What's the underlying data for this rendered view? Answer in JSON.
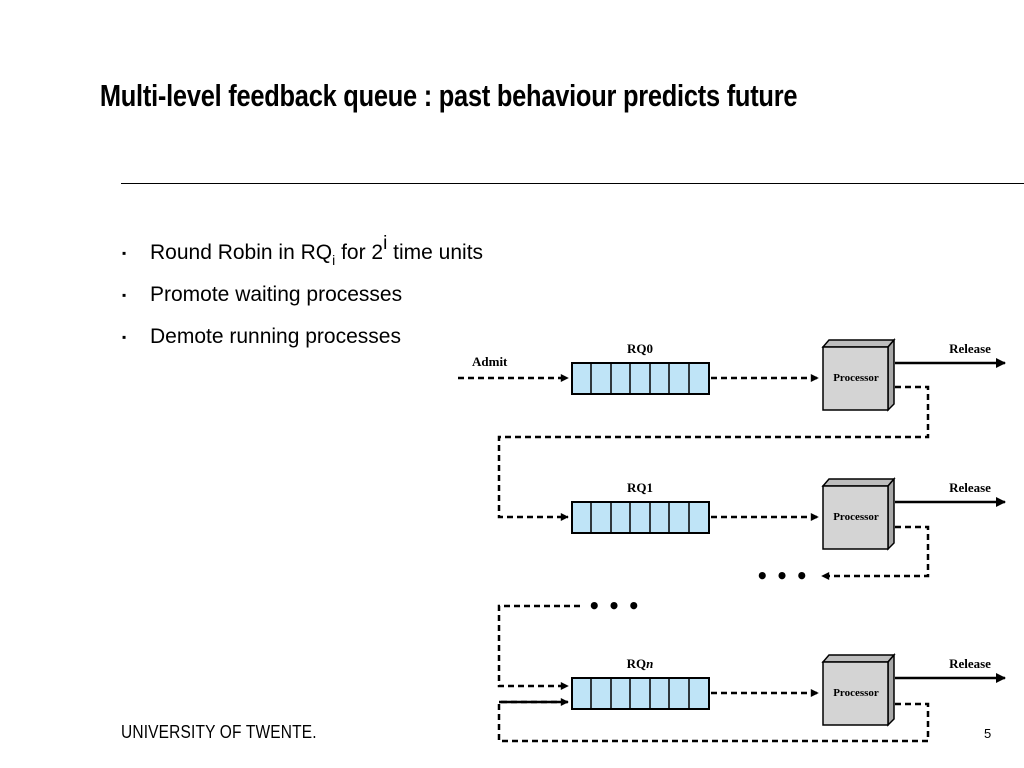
{
  "slide": {
    "title": "Multi-level feedback queue : past behaviour predicts future",
    "page_number": "5"
  },
  "bullets": [
    {
      "prefix": "Round Robin in RQ",
      "sub": "i",
      "middle": " for 2",
      "sup": "i",
      "suffix": " time units"
    },
    {
      "text": "Promote waiting processes"
    },
    {
      "text": "Demote running processes"
    }
  ],
  "bullet_marker": "▪",
  "footer": {
    "logo_text": "UNIVERSITY OF TWENTE."
  },
  "diagram": {
    "admit_label": "Admit",
    "queues": [
      {
        "name": "RQ0",
        "processor_label": "Processor",
        "release_label": "Release"
      },
      {
        "name": "RQ1",
        "processor_label": "Processor",
        "release_label": "Release"
      },
      {
        "name": "RQ",
        "name_italic": "n",
        "processor_label": "Processor",
        "release_label": "Release"
      }
    ],
    "ellipsis": "• • •",
    "colors": {
      "queue_fill": "#bfe4f7",
      "processor_front": "#d4d4d4",
      "processor_side": "#a8a8a8"
    }
  }
}
